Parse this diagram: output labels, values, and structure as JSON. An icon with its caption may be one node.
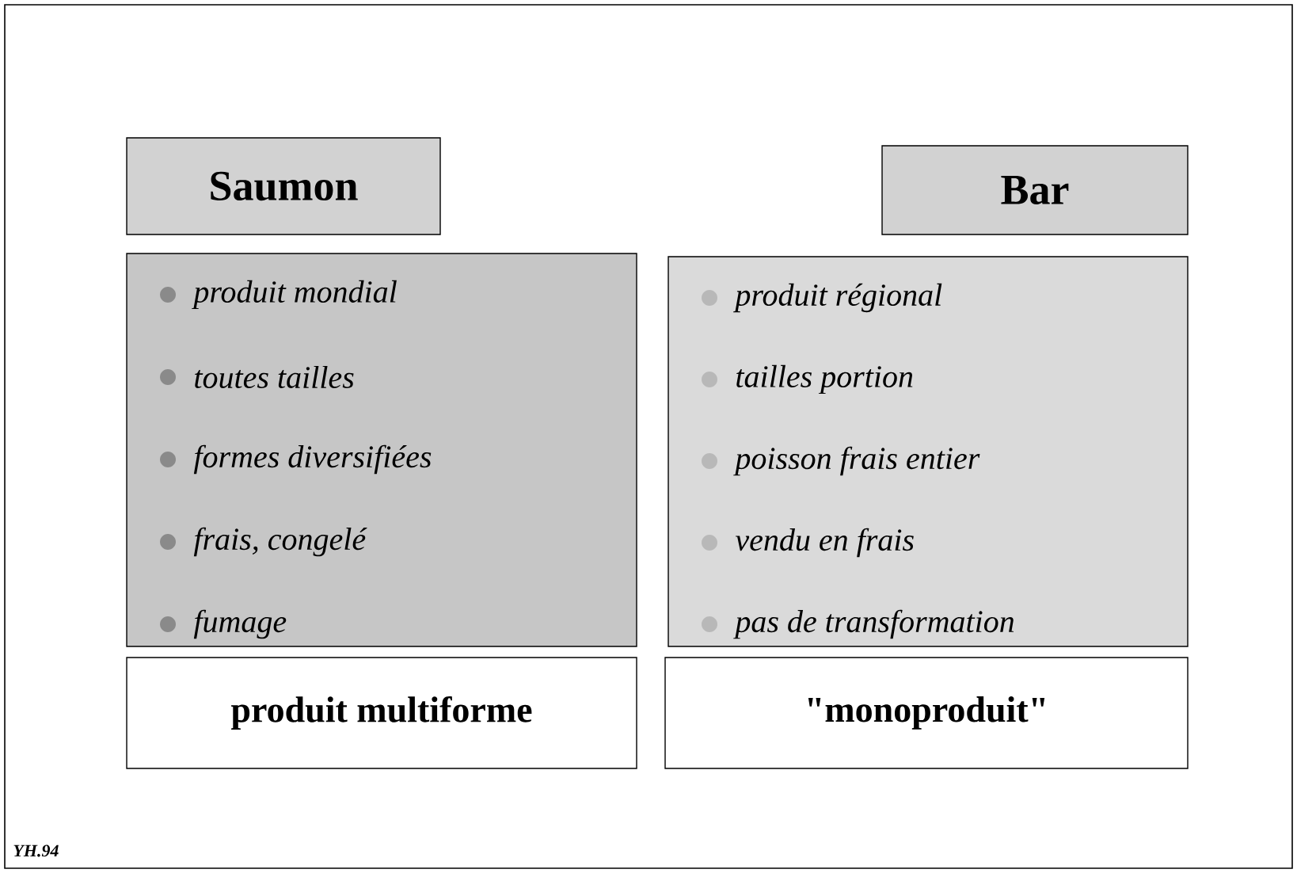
{
  "diagram": {
    "nodes": [
      {
        "text": [
          "Saumon"
        ]
      },
      {
        "text": [
          "Bar"
        ]
      },
      {
        "text": [
          "produit mondial",
          "toutes tailles",
          "formes diversifiées",
          "frais, congelé",
          "fumage"
        ]
      },
      {
        "text": [
          "produit régional",
          "tailles portion",
          "poisson frais entier",
          "vendu en frais",
          "pas de transformation"
        ]
      },
      {
        "text": [
          "produit multiforme"
        ]
      },
      {
        "text": [
          "\"monoproduit\""
        ]
      }
    ],
    "labels": [
      "YH.94"
    ]
  }
}
